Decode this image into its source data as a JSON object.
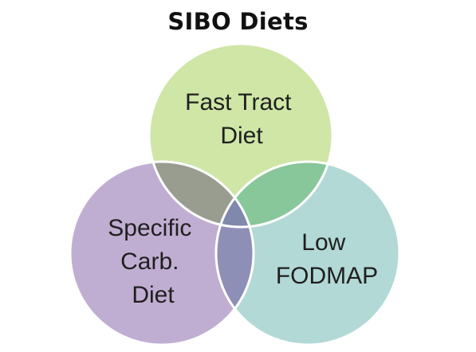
{
  "title": "SIBO Diets",
  "sets": [
    {
      "id": "fast-tract",
      "lines": [
        "Fast Tract",
        "Diet"
      ],
      "color": "#cfe6a6"
    },
    {
      "id": "specific-carb",
      "lines": [
        "Specific",
        "Carb.",
        "Diet"
      ],
      "color": "#c0aed2"
    },
    {
      "id": "low-fodmap",
      "lines": [
        "Low",
        "FODMAP"
      ],
      "color": "#b2d9d5"
    }
  ],
  "intersection_colors": {
    "fast-tract_specific-carb": "#999d90",
    "fast-tract_low-fodmap": "#88c79a",
    "specific-carb_low-fodmap": "#8e8fb6",
    "all": "#8089ab"
  },
  "stroke_color": "#ffffff"
}
